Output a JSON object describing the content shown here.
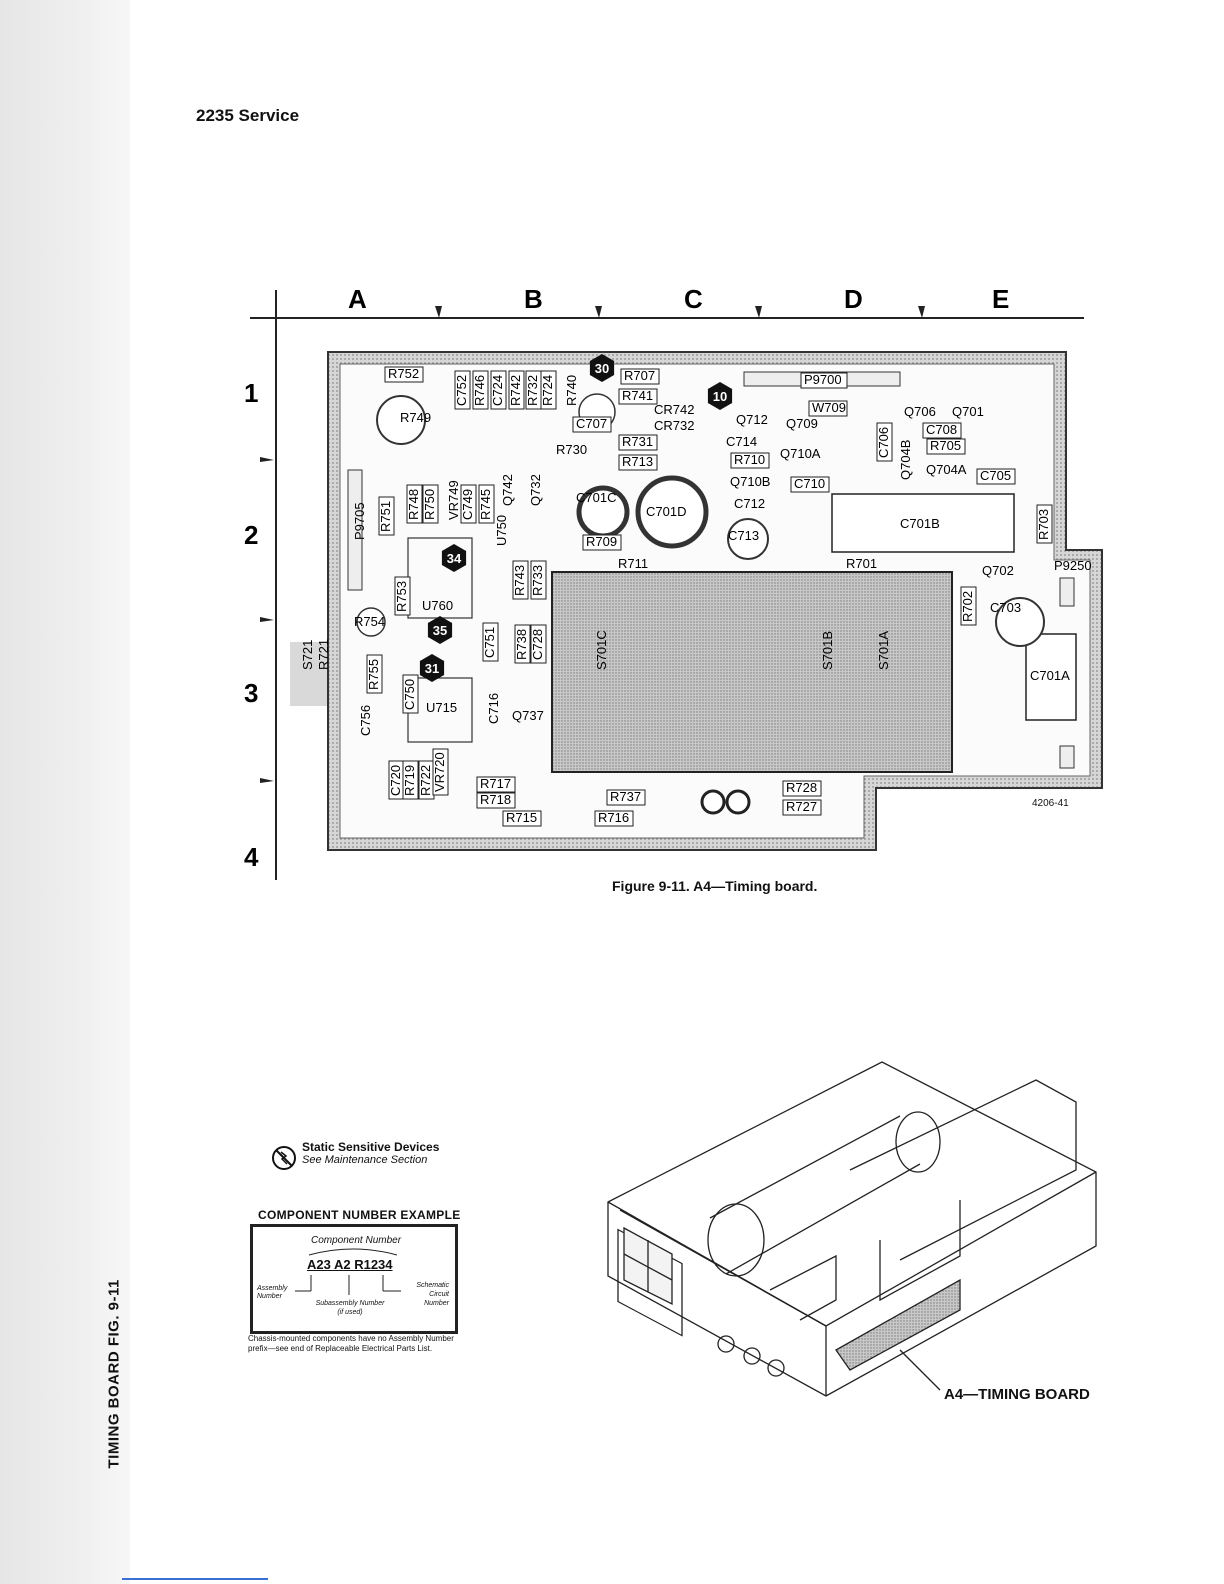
{
  "page": {
    "header": "2235 Service",
    "side_tab": "TIMING BOARD     FIG. 9-11"
  },
  "grid": {
    "columns": [
      "A",
      "B",
      "C",
      "D",
      "E"
    ],
    "rows": [
      "1",
      "2",
      "3",
      "4"
    ]
  },
  "board": {
    "components": [
      "R752",
      "R749",
      "C752",
      "R746",
      "C724",
      "R742",
      "R732",
      "R724",
      "R740",
      "R707",
      "P9700",
      "R741",
      "CR742",
      "CR732",
      "C707",
      "W709",
      "Q712",
      "Q709",
      "Q706",
      "Q701",
      "C708",
      "R705",
      "C706",
      "Q704B",
      "Q704A",
      "C705",
      "R730",
      "R731",
      "R713",
      "C714",
      "R710",
      "Q710A",
      "Q710B",
      "C710",
      "C712",
      "C713",
      "C701C",
      "C701D",
      "C701B",
      "R748",
      "R750",
      "VR749",
      "C749",
      "R745",
      "Q742",
      "Q732",
      "R751",
      "P9705",
      "U750",
      "R743",
      "R733",
      "R709",
      "R711",
      "R701",
      "R703",
      "P9250",
      "Q702",
      "C703",
      "R702",
      "C701A",
      "U760",
      "R753",
      "R754",
      "S721",
      "R721",
      "C751",
      "R738",
      "C728",
      "R755",
      "S701C",
      "S701B",
      "S701A",
      "C750",
      "U715",
      "C716",
      "Q737",
      "C756",
      "C720",
      "R719",
      "R722",
      "VR720",
      "R717",
      "R718",
      "R715",
      "R737",
      "R716",
      "R728",
      "R727"
    ],
    "callouts": [
      "30",
      "10",
      "34",
      "35",
      "31"
    ],
    "reference_number": "4206-41"
  },
  "caption": "Figure 9-11. A4—Timing board.",
  "legend": {
    "static_title": "Static Sensitive Devices",
    "static_sub": "See Maintenance Section",
    "cne_title": "COMPONENT NUMBER EXAMPLE",
    "component_number_label": "Component Number",
    "example": "A23 A2 R1234",
    "assembly_label": "Assembly Number",
    "subassembly_label": "Subassembly Number (if used)",
    "schematic_label": "Schematic Circuit Number",
    "note": "Chassis-mounted components have no Assembly Number prefix—see end of Replaceable Electrical Parts List."
  },
  "chassis_label": "A4—TIMING BOARD"
}
